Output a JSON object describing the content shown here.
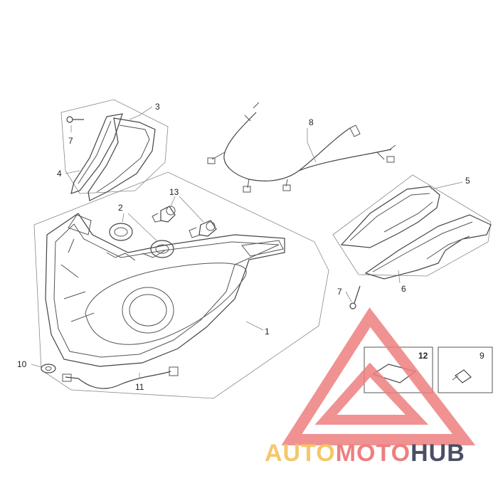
{
  "diagram": {
    "callouts": {
      "c1": "1",
      "c2": "2",
      "c3": "3",
      "c4": "4",
      "c5": "5",
      "c6": "6",
      "c7a": "7",
      "c7b": "7",
      "c8": "8",
      "c9": "9",
      "c10": "10",
      "c11": "11",
      "c12": "12",
      "c13": "13"
    }
  },
  "watermark": {
    "part1": "AUTO",
    "part2": "MOTO",
    "part3": "HUB",
    "colors": {
      "triangle": "#ee7f7f",
      "auto": "#f5c76a",
      "moto": "#ee7f7f",
      "hub": "#4a4f66"
    }
  }
}
